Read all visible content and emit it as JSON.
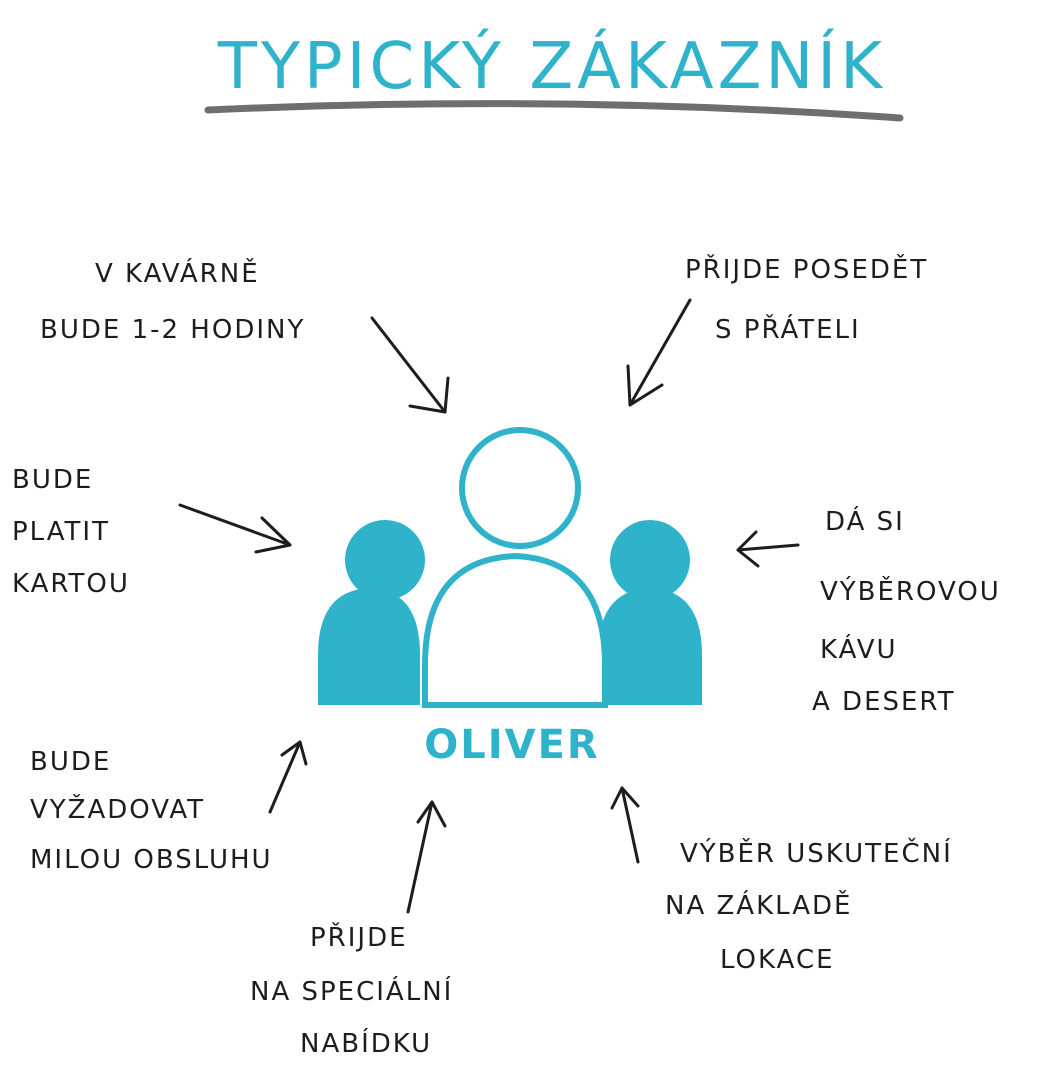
{
  "title": "TYPICKÝ ZÁKAZNÍK",
  "persona_name": "OLIVER",
  "colors": {
    "accent": "#2fb3cb",
    "ink": "#1d1d1d",
    "underline": "#555555"
  },
  "notes": {
    "top_left": [
      "V KAVÁRNĚ",
      "BUDE 1-2 HODINY"
    ],
    "top_right": [
      "PŘIJDE POSEDĚT",
      "S PŘÁTELI"
    ],
    "mid_left": [
      "BUDE",
      "PLATIT",
      "KARTOU"
    ],
    "mid_right": [
      "DÁ SI",
      "VÝBĚROVOU",
      "KÁVU",
      "A DESERT"
    ],
    "low_left": [
      "BUDE",
      "VYŽADOVAT",
      "MILOU OBSLUHU"
    ],
    "bottom_center": [
      "PŘIJDE",
      "NA SPECIÁLNÍ",
      "NABÍDKU"
    ],
    "low_right": [
      "VÝBĚR USKUTEČNÍ",
      "NA ZÁKLADĚ",
      "LOKACE"
    ]
  }
}
